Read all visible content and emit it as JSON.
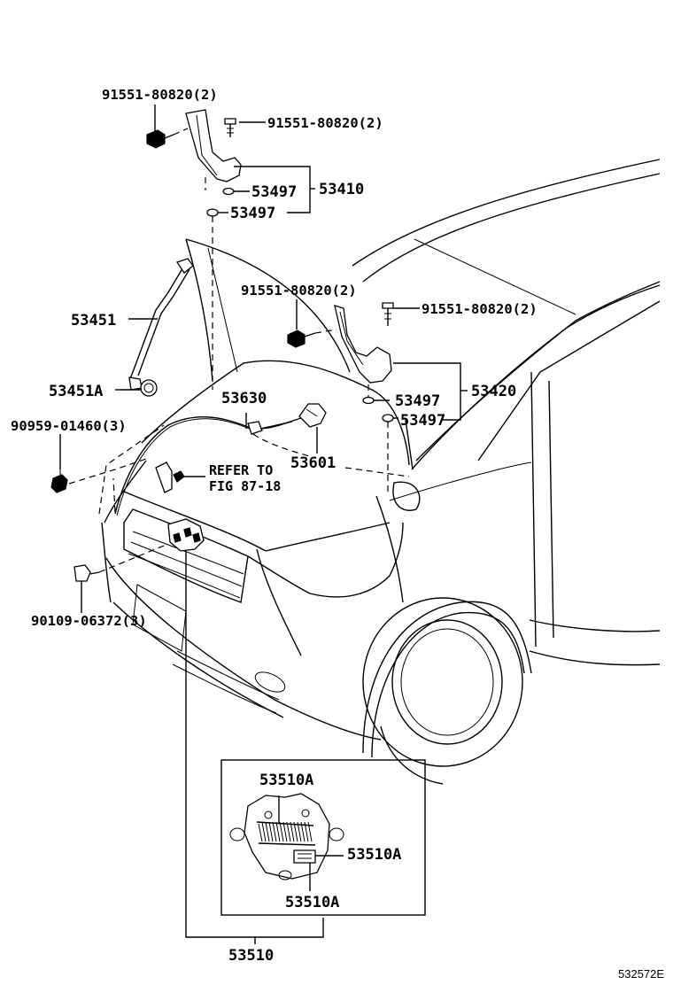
{
  "labels": {
    "bolt_hinge_left_top": "91551-80820(2)",
    "bolt_hinge_left_right": "91551-80820(2)",
    "washer_left_a": "53497",
    "washer_left_b": "53497",
    "hinge_left": "53410",
    "support_rod": "53451",
    "support_grommet": "53451A",
    "clip": "90959-01460(3)",
    "bolt_hinge_right_left": "91551-80820(2)",
    "bolt_hinge_right_right": "91551-80820(2)",
    "washer_right_a": "53497",
    "washer_right_b": "53497",
    "hinge_right": "53420",
    "release_cable": "53630",
    "release_lever": "53601",
    "refer_line1": "REFER TO",
    "refer_line2": "FIG 87-18",
    "lock_bolt": "90109-06372(3)",
    "lock_detail_a": "53510A",
    "lock_detail_b": "53510A",
    "lock_detail_c": "53510A",
    "hood_lock": "53510"
  },
  "figure_code": "532572E"
}
